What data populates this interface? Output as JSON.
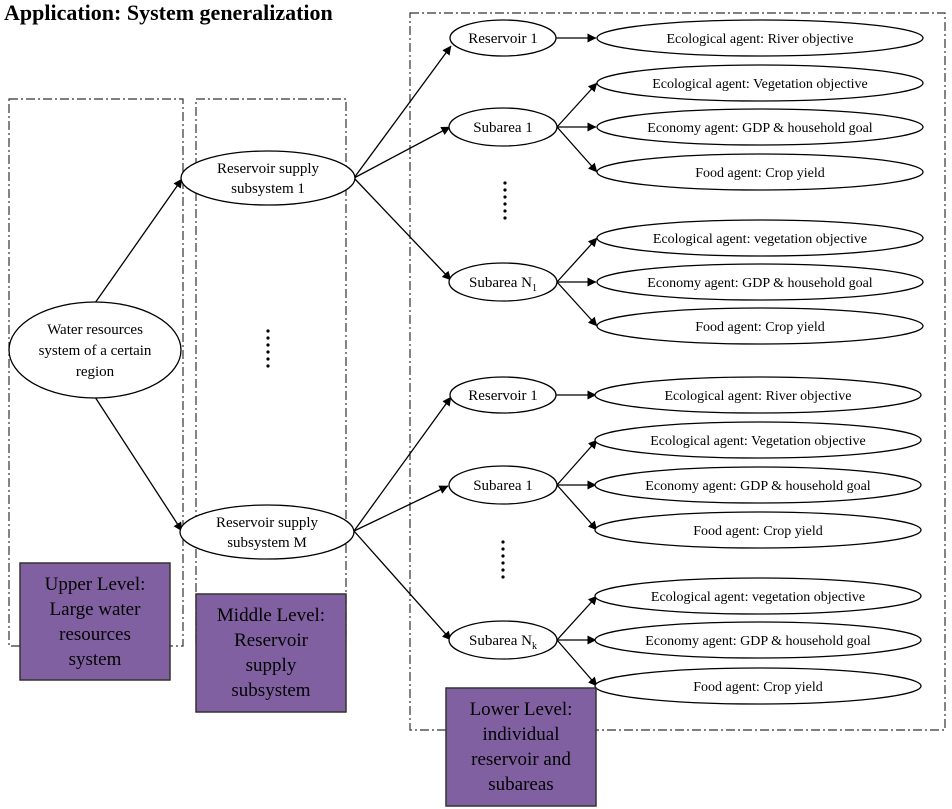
{
  "title": "Application: System generalization",
  "levels": {
    "upper": [
      "Upper Level:",
      "Large water",
      "resources",
      "system"
    ],
    "middle": [
      "Middle Level:",
      "Reservoir",
      "supply",
      "subsystem"
    ],
    "lower": [
      "Lower Level:",
      "individual",
      "reservoir and",
      "subareas"
    ]
  },
  "root": [
    "Water resources",
    "system of a certain",
    "region"
  ],
  "subsystems": {
    "first": [
      "Reservoir supply",
      "subsystem 1"
    ],
    "last": [
      "Reservoir supply",
      "subsystem M"
    ]
  },
  "top_group": {
    "reservoir": "Reservoir 1",
    "reservoir_agent": "Ecological agent: River objective",
    "subarea_first": "Subarea 1",
    "subarea_first_agents": [
      "Ecological agent: Vegetation objective",
      "Economy agent: GDP & household goal",
      "Food agent: Crop yield"
    ],
    "subarea_last": "Subarea N",
    "subarea_last_sub": "1",
    "subarea_last_agents": [
      "Ecological agent: vegetation objective",
      "Economy agent: GDP & household goal",
      "Food agent: Crop yield"
    ]
  },
  "bottom_group": {
    "reservoir": "Reservoir 1",
    "reservoir_agent": "Ecological agent: River objective",
    "subarea_first": "Subarea 1",
    "subarea_first_agents": [
      "Ecological agent: Vegetation objective",
      "Economy agent: GDP & household goal",
      "Food agent: Crop yield"
    ],
    "subarea_last": "Subarea N",
    "subarea_last_sub": "k",
    "subarea_last_agents": [
      "Ecological agent: vegetation objective",
      "Economy agent: GDP & household goal",
      "Food agent: Crop yield"
    ]
  },
  "colors": {
    "level_box": "#8060a0"
  }
}
